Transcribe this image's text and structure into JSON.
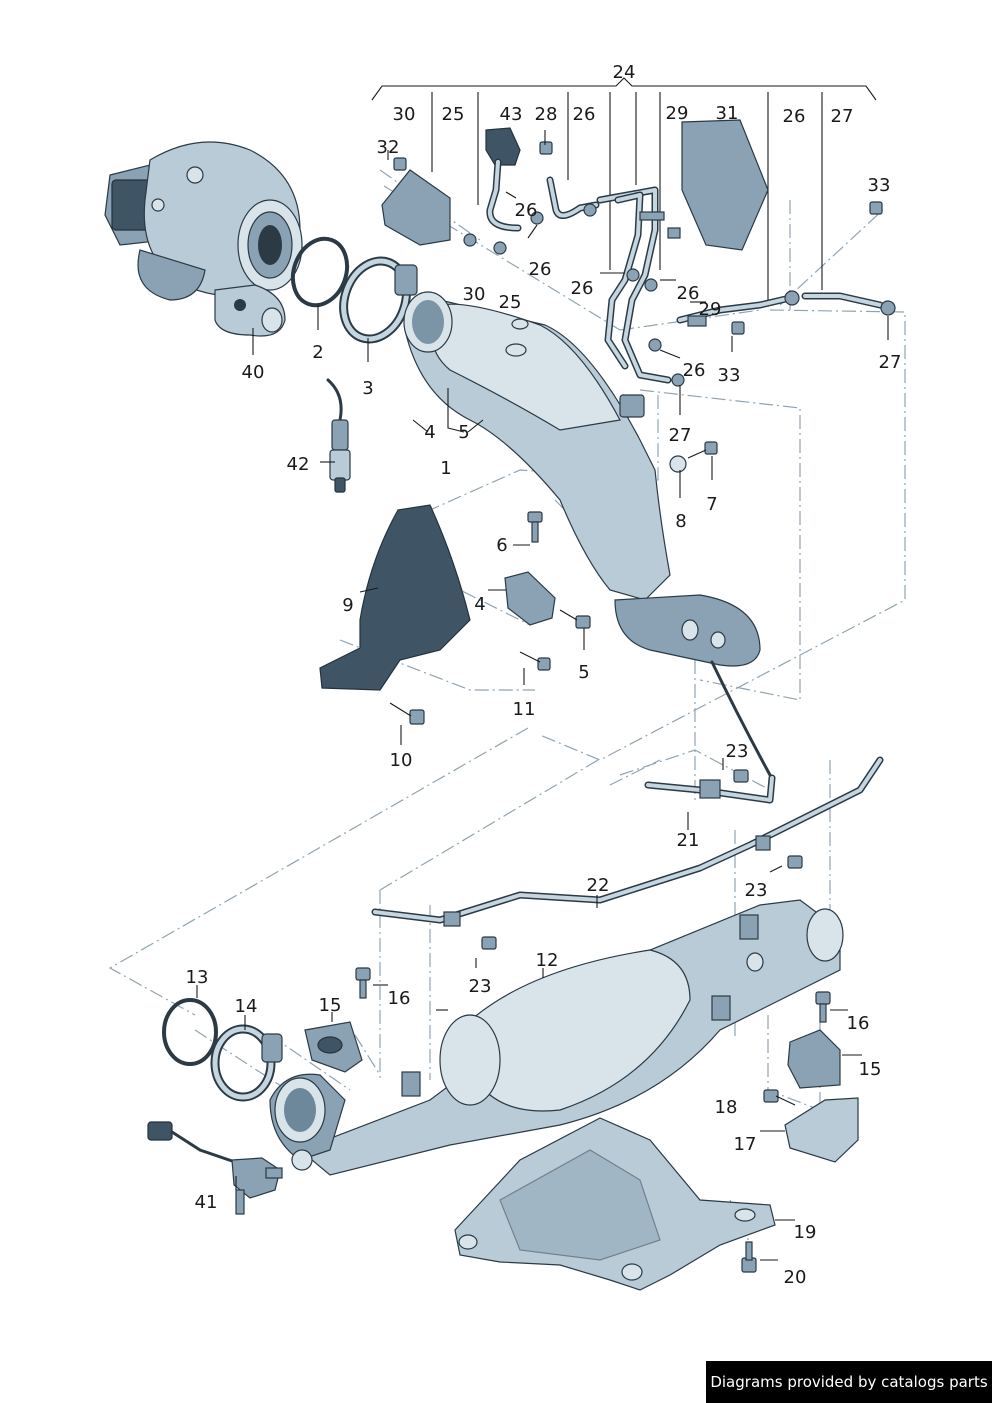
{
  "callouts": {
    "c1": "1",
    "c2": "2",
    "c3": "3",
    "c4a": "4",
    "c4b": "4",
    "c5a": "5",
    "c5b": "5",
    "c6": "6",
    "c7": "7",
    "c8": "8",
    "c9": "9",
    "c10": "10",
    "c11": "11",
    "c12": "12",
    "c13": "13",
    "c14": "14",
    "c15a": "15",
    "c15b": "15",
    "c16a": "16",
    "c16b": "16",
    "c17": "17",
    "c18": "18",
    "c19": "19",
    "c20": "20",
    "c21": "21",
    "c22": "22",
    "c23a": "23",
    "c23b": "23",
    "c23c": "23",
    "c24": "24",
    "c25a": "25",
    "c25b": "25",
    "c26a": "26",
    "c26b": "26",
    "c26c": "26",
    "c26d": "26",
    "c26e": "26",
    "c26f": "26",
    "c26g": "26",
    "c27a": "27",
    "c27b": "27",
    "c27c": "27",
    "c28": "28",
    "c29a": "29",
    "c29b": "29",
    "c30a": "30",
    "c30b": "30",
    "c31": "31",
    "c32": "32",
    "c33a": "33",
    "c33b": "33",
    "c40": "40",
    "c41": "41",
    "c42": "42",
    "c43": "43"
  },
  "footer": {
    "text": "Diagrams provided by catalogs parts"
  },
  "colors": {
    "metal_dark": "#3f5566",
    "metal_mid": "#8aa2b3",
    "metal_light": "#b9cbd7",
    "dash_line": "#8fa4b3"
  }
}
